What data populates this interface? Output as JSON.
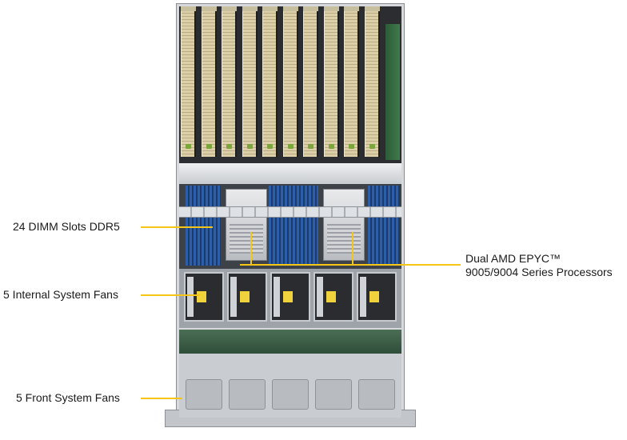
{
  "callouts": {
    "dimm": "24 DIMM Slots DDR5",
    "cpu_line1": "Dual AMD EPYC™",
    "cpu_line2": "9005/9004 Series Processors",
    "internal_fans": "5 Internal System Fans",
    "front_fans": "5 Front System Fans"
  },
  "colors": {
    "callout_line": "#f5c518",
    "dimm_blue": "#2d5fa8",
    "gpu_shroud": "#ddd0a8"
  }
}
